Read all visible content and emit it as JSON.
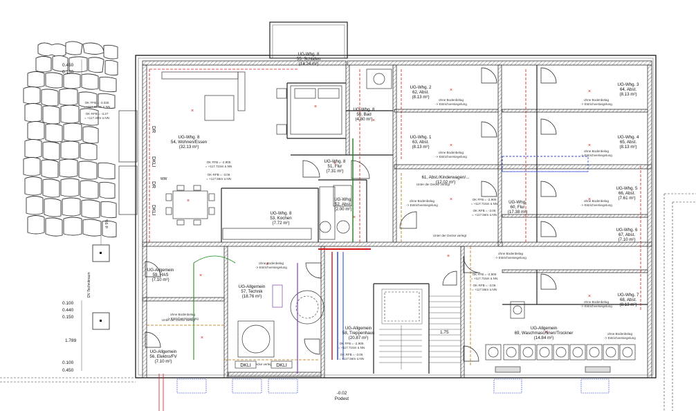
{
  "rooms": [
    {
      "id": "wohnen",
      "title": "UG-Whg. 8",
      "name": "54, Wohnen/Essen",
      "area": "(32.13 m²)"
    },
    {
      "id": "schlafen",
      "title": "UG-Whg. 8",
      "name": "55, Schlafen",
      "area": "(14.24 m²)"
    },
    {
      "id": "bad",
      "title": "UG-Whg. 8",
      "name": "56, Bad",
      "area": "(4.80 m²)"
    },
    {
      "id": "flur8",
      "title": "UG-Whg. 8",
      "name": "51, Flur",
      "area": "(7.31 m²)"
    },
    {
      "id": "kochen",
      "title": "UG-Whg. 8",
      "name": "53, Kochen",
      "area": "(7.72 m²)"
    },
    {
      "id": "abst52",
      "title": "UG-Whg.",
      "name": "52, Abst.",
      "area": "(2.00 m²)"
    },
    {
      "id": "abst62",
      "title": "UG-Whg. 2",
      "name": "62, Abst.",
      "area": "(8.13 m²)"
    },
    {
      "id": "abst63",
      "title": "UG-Whg. 1",
      "name": "63, Abst.",
      "area": "(8.13 m²)"
    },
    {
      "id": "abst64",
      "title": "UG-Whg. 3",
      "name": "64, Abst.",
      "area": "(8.13 m²)"
    },
    {
      "id": "abst65",
      "title": "UG-Whg. 4",
      "name": "65, Abst.",
      "area": "(8.13 m²)"
    },
    {
      "id": "abst61",
      "title": "",
      "name": "61, Abst./Kinderwagen/...",
      "area": "(12.02 m²)"
    },
    {
      "id": "flur60",
      "title": "UG-Whg.",
      "name": "60, Flur",
      "area": "(17.38 m²)"
    },
    {
      "id": "abst66",
      "title": "UG-Whg. 5",
      "name": "66, Abst.",
      "area": "(7.61 m²)"
    },
    {
      "id": "abst67",
      "title": "UG-Whg. 6",
      "name": "67, Abst.",
      "area": "(7.10 m²)"
    },
    {
      "id": "abst68",
      "title": "UG-Whg. 7",
      "name": "68, Abst.",
      "area": "(8.13 m²)"
    },
    {
      "id": "has",
      "title": "UG-Allgemein",
      "name": "59, HAS",
      "area": "(7.10 m²)"
    },
    {
      "id": "technik",
      "title": "UG-Allgemein",
      "name": "57, Technik",
      "area": "(18.76 m²)"
    },
    {
      "id": "treppe",
      "title": "UG-Allgemein",
      "name": "58, Treppenhaus",
      "area": "(20.87 m²)"
    },
    {
      "id": "elektro",
      "title": "UG-Allgemein",
      "name": "56, Elektro/FV",
      "area": "(7.10 m²)"
    },
    {
      "id": "wasch",
      "title": "UG-Allgemein",
      "name": "69, Waschmaschinen/Trockner",
      "area": "(14.84 m²)"
    }
  ],
  "floor_notes": {
    "ohne_bodenbelag": "ohne Bodenbelag",
    "estrich": "-> Estrichversiegelung",
    "unter_decke": "Unter der Decke verlegt",
    "ok_ffb_1": "OK FFB = -2.905",
    "ok_ffb_1b": "= +117.715m ü.NN",
    "ok_ffb_2": "OK RFB = -3.06",
    "ok_ffb_2b": "= +117.56m ü.NN",
    "ok_ffb_3": "OK FFB = -3.035",
    "ok_ffb_3b": "= +117.585m ü.NN",
    "ok_ffb_4": "OK RFB = -3.27",
    "ok_ffb_4b": "= +117.35m ü.NN",
    "podest": "-0.02",
    "podest_label": "Podest"
  },
  "labels": {
    "dklu_1": "DKLI",
    "dklu_2": "DKLI",
    "dkli_v1": "DKLI",
    "dkli_v2": "DKLI",
    "dr_1": "DR",
    "dr_2": "DR",
    "ww": "WW",
    "dv": "DV Technikraum",
    "d5": "d: 5%"
  },
  "dimensions": {
    "d1": "0.450",
    "d2": "0.150",
    "d3": "0.100",
    "d4": "0.440",
    "d5": "0.150",
    "d6": "1.789",
    "d7": "0.100",
    "d8": "0.450",
    "d9": "1.75"
  }
}
